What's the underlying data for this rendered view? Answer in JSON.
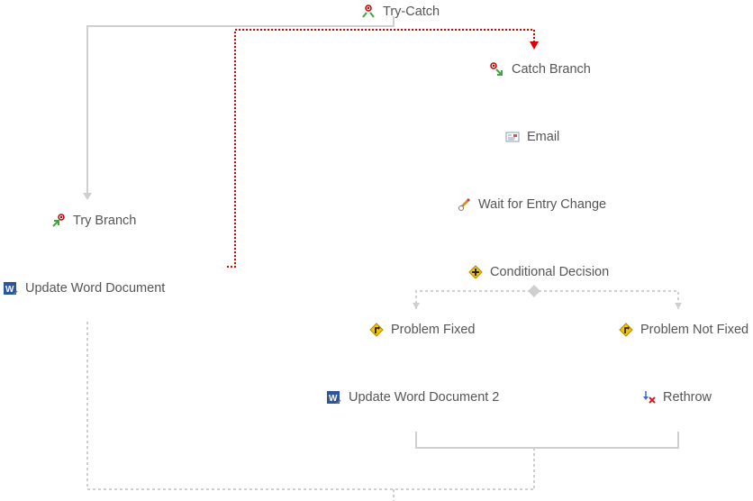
{
  "workflow": {
    "nodes": {
      "try_catch": {
        "label": "Try-Catch",
        "icon": "try-catch-icon"
      },
      "catch_branch": {
        "label": "Catch Branch",
        "icon": "catch-branch-icon"
      },
      "email": {
        "label": "Email",
        "icon": "email-icon"
      },
      "wait_entry_change": {
        "label": "Wait for Entry Change",
        "icon": "wait-pencil-icon"
      },
      "conditional_decision": {
        "label": "Conditional Decision",
        "icon": "decision-icon"
      },
      "problem_fixed": {
        "label": "Problem Fixed",
        "icon": "branch-sign-icon"
      },
      "problem_not_fixed": {
        "label": "Problem Not Fixed",
        "icon": "branch-sign-icon"
      },
      "update_word_doc_2": {
        "label": "Update Word Document 2",
        "icon": "word-document-icon"
      },
      "rethrow": {
        "label": "Rethrow",
        "icon": "rethrow-icon"
      },
      "try_branch": {
        "label": "Try Branch",
        "icon": "try-branch-icon"
      },
      "update_word_doc": {
        "label": "Update Word Document",
        "icon": "word-document-icon"
      }
    },
    "colors": {
      "connector": "#cfcfcf",
      "highlight_connector": "#e00000",
      "text": "#555555",
      "word_blue": "#2b579a",
      "decision_yellow": "#f5c400"
    }
  }
}
